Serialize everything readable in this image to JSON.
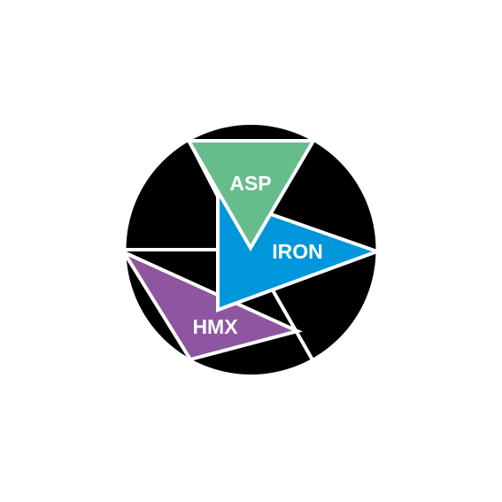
{
  "logo": {
    "segments": {
      "asp": {
        "label": "ASP",
        "color": "#66bd8b"
      },
      "iron": {
        "label": "IRON",
        "color": "#0096db"
      },
      "hmx": {
        "label": "HMX",
        "color": "#8e55a0"
      }
    },
    "ring_color": "#000000",
    "divider_color": "#ffffff",
    "background_color": "#ffffff"
  }
}
